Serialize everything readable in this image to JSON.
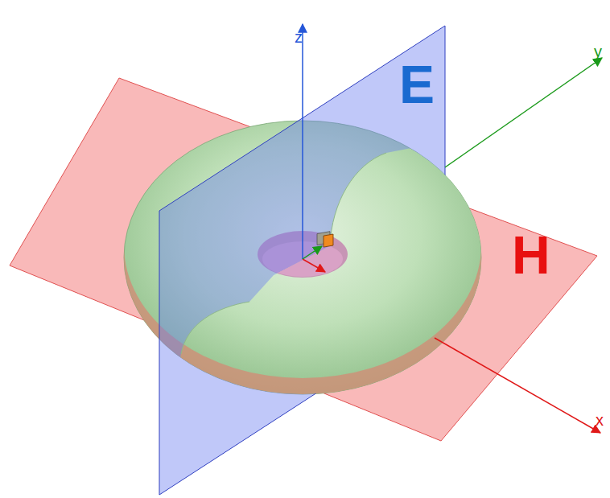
{
  "diagram": {
    "labels": [
      "z",
      "E",
      "y",
      "H",
      "x"
    ]
  }
}
